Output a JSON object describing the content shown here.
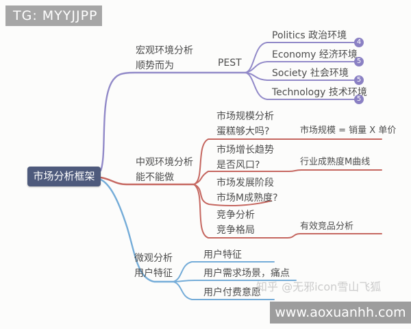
{
  "header": {
    "tg_label": "TG: MYYJJPP"
  },
  "root": {
    "label": "市场分析框架"
  },
  "branches": [
    {
      "name": "宏观环境分析",
      "tagline": "顺势而为",
      "hub": "PEST",
      "color": "#9189c8",
      "children": [
        {
          "label": "Politics 政治环境",
          "badge": "4"
        },
        {
          "label": "Economy 经济环境",
          "badge": "5"
        },
        {
          "label": "Society 社会环境",
          "badge": "5"
        },
        {
          "label": "Technology 技术环境",
          "badge": "5"
        }
      ]
    },
    {
      "name": "中观环境分析",
      "tagline": "能不能做",
      "color": "#c5665f",
      "children": [
        {
          "title": "市场规模分析",
          "question": "蛋糕够大吗?",
          "leaf": "市场规模 = 销量 X 单价"
        },
        {
          "title": "市场增长趋势",
          "question": "是否风口?",
          "leaf": "行业成熟度M曲线"
        },
        {
          "title": "市场发展阶段",
          "question": "市场M成熟度?"
        },
        {
          "title": "竞争分析",
          "question": "竞争格局",
          "leaf": "有效竞品分析"
        }
      ]
    },
    {
      "name": "微观分析",
      "tagline": "用户特征",
      "color": "#74acd8",
      "children": [
        {
          "label": "用户特征"
        },
        {
          "label": "用户需求场景，痛点"
        },
        {
          "label": "用户付费意愿"
        }
      ]
    }
  ],
  "watermarks": {
    "zhihu": "知乎 @无邪icon雪山飞狐",
    "site": "www.aoxuanhh.com"
  },
  "colors": {
    "branch_macro": "#9189c8",
    "branch_meso": "#c5665f",
    "branch_micro": "#74acd8",
    "badge_bg": "#8a80c3",
    "root_bg": "#4e5a7c",
    "gray_watermark_bg": "#a6a6a6",
    "site_box_bg": "#9d9d9d",
    "label_text": "#4c4c4c",
    "watermark_text": "#cbcbcb"
  }
}
